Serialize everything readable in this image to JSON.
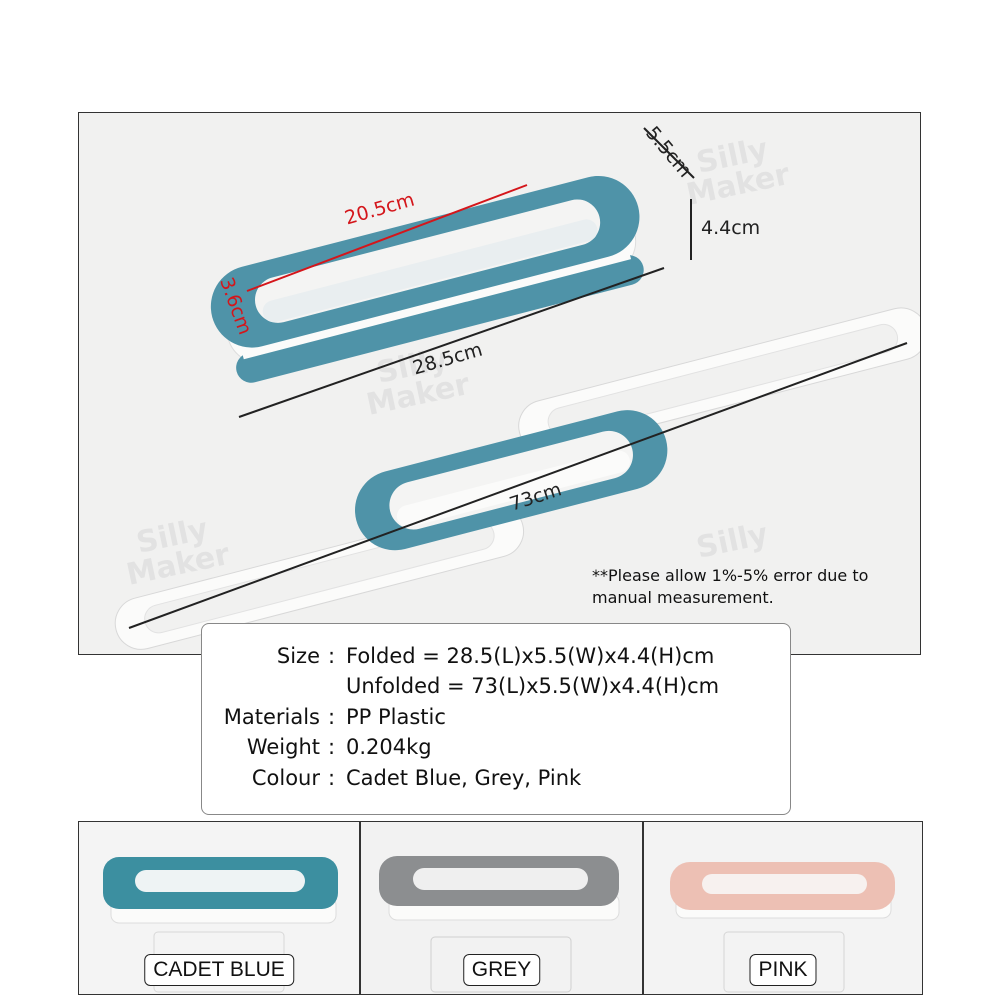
{
  "dimensions": {
    "length_inner": "20.5cm",
    "width_inner": "3.6cm",
    "length_folded": "28.5cm",
    "width": "5.5cm",
    "height": "4.4cm",
    "length_unfolded": "73cm"
  },
  "watermark": "Silly Maker",
  "note": {
    "line1": "**Please allow 1%-5% error due to",
    "line2": "manual measurement."
  },
  "specs": {
    "size_label": "Size",
    "size_folded": "Folded = 28.5(L)x5.5(W)x4.4(H)cm",
    "size_unfolded": "Unfolded = 73(L)x5.5(W)x4.4(H)cm",
    "materials_label": "Materials",
    "materials_value": "PP Plastic",
    "weight_label": "Weight",
    "weight_value": "0.204kg",
    "colour_label": "Colour",
    "colour_value": "Cadet Blue, Grey, Pink",
    "colon": ":"
  },
  "colors": [
    {
      "label": "CADET BLUE",
      "hex": "#3c8fa0"
    },
    {
      "label": "GREY",
      "hex": "#8c8e90"
    },
    {
      "label": "PINK",
      "hex": "#edc0b4"
    }
  ],
  "theme": {
    "blue": "#4f93a8",
    "white_part": "#fbfbfa",
    "red_label": "#d4161b"
  }
}
